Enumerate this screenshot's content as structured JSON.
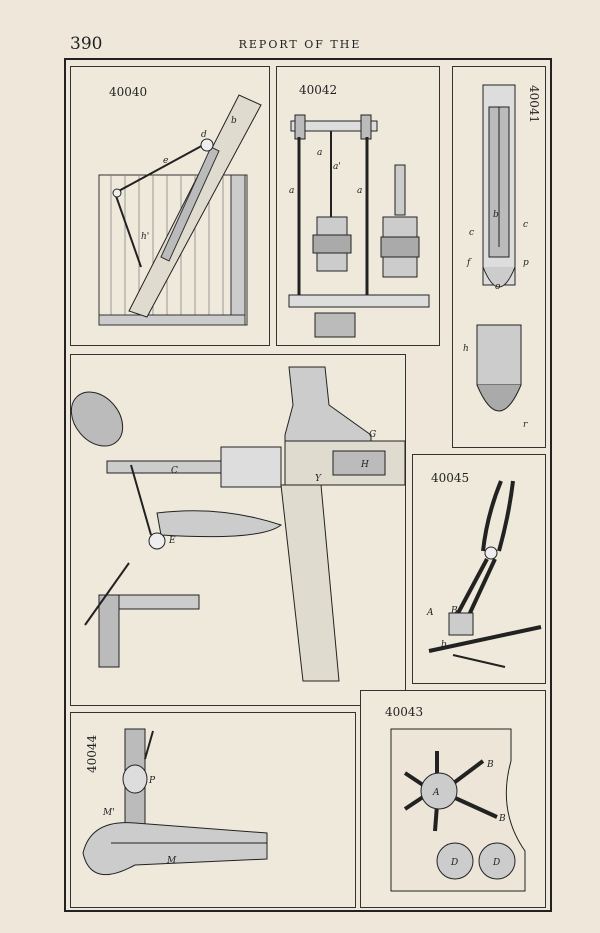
{
  "header": {
    "page_number": "390",
    "running_title": "REPORT OF THE"
  },
  "figures": {
    "p40040": {
      "number": "40040",
      "letters": [
        "d",
        "e",
        "b",
        "h'"
      ]
    },
    "p40042": {
      "number": "40042",
      "letters": [
        "a",
        "a",
        "a",
        "a'"
      ]
    },
    "p40041": {
      "number": "40041",
      "letters": [
        "b",
        "c",
        "c",
        "f",
        "p",
        "o",
        "h",
        "r"
      ]
    },
    "p_main": {
      "letters": [
        "G",
        "H",
        "C",
        "E",
        "Y"
      ]
    },
    "p40045": {
      "number": "40045",
      "letters": [
        "A",
        "B",
        "b"
      ]
    },
    "p40044": {
      "number": "40044",
      "letters": [
        "P",
        "M'",
        "M"
      ]
    },
    "p40043": {
      "number": "40043",
      "letters": [
        "A",
        "B",
        "B",
        "D",
        "D"
      ]
    }
  }
}
